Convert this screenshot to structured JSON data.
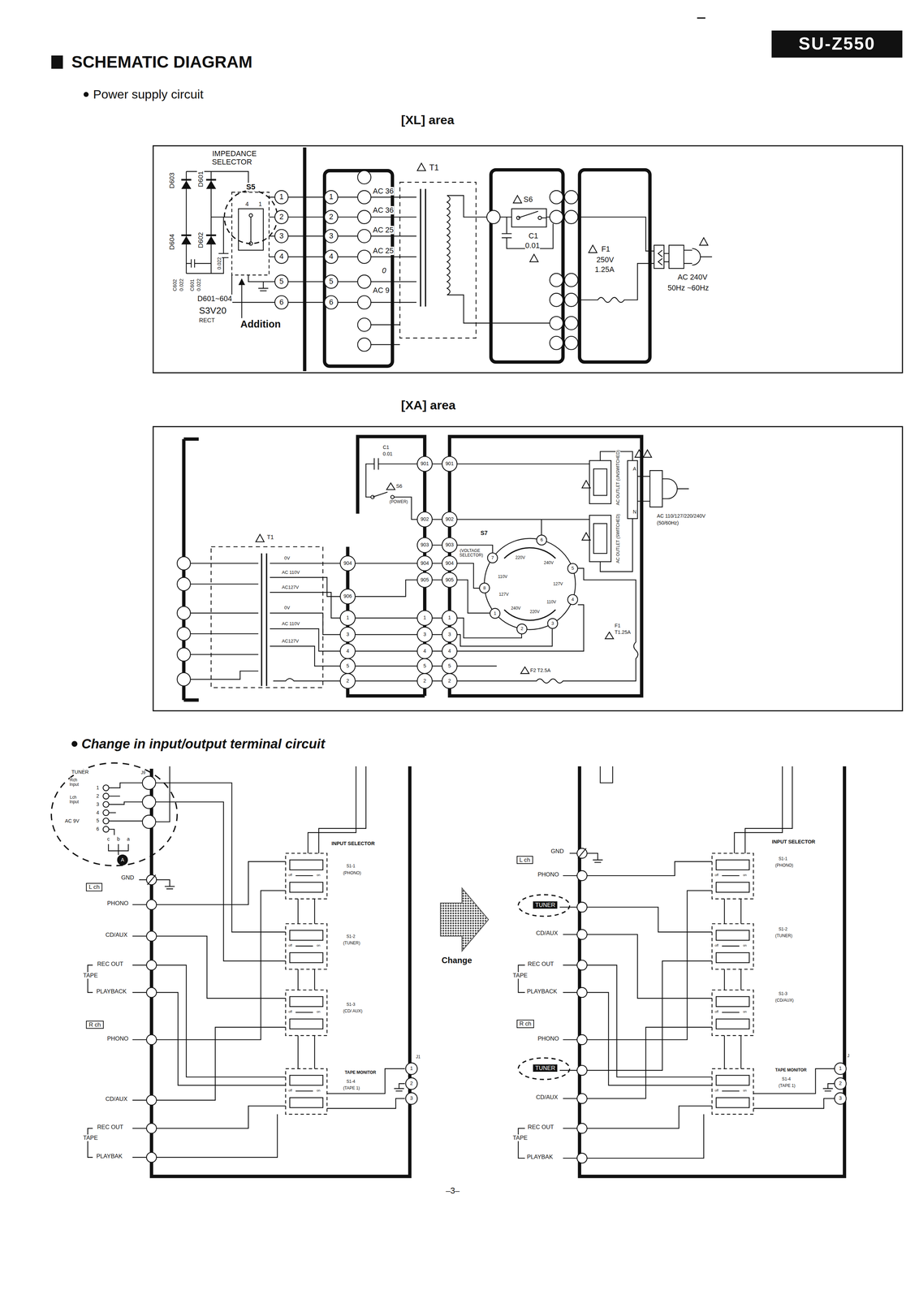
{
  "diagram": {
    "title": "SU-Z550",
    "nodes": [
      {
        "text": [
          "SU-Z550"
        ]
      },
      {
        "text": [
          "L ch"
        ]
      },
      {
        "text": [
          "R ch"
        ]
      },
      {
        "text": [
          "L ch"
        ]
      },
      {
        "text": [
          "TUNER"
        ]
      },
      {
        "text": [
          "R ch"
        ]
      },
      {
        "text": [
          "TUNER"
        ]
      }
    ],
    "labels": [
      "SCHEMATIC DIAGRAM",
      "Power supply circuit",
      "[XL] area",
      "IMPEDANCE SELECTOR",
      "D603",
      "D601",
      "S5",
      "4",
      "1",
      "D604",
      "D602",
      "C602",
      "0.022",
      "C601",
      "0.022",
      "0.022",
      "D601~604",
      "S3V20",
      "RECT",
      "Addition",
      "1",
      "2",
      "3",
      "4",
      "5",
      "6",
      "1",
      "2",
      "3",
      "4",
      "5",
      "6",
      "AC 36",
      "AC 36",
      "AC 25",
      "AC 25",
      "0",
      "AC 9",
      "T1",
      "S6",
      "C1",
      "0.01",
      "F1",
      "250V",
      "1.25A",
      "AC 240V",
      "50Hz ~60Hz",
      "[XA] area",
      "C1",
      "0.01",
      "S6",
      "(POWER)",
      "904",
      "906",
      "1",
      "3",
      "4",
      "5",
      "2",
      "901",
      "902",
      "903",
      "904",
      "905",
      "1",
      "3",
      "4",
      "5",
      "2",
      "901",
      "902",
      "903",
      "904",
      "905",
      "1",
      "3",
      "4",
      "5",
      "2",
      "S7",
      "(VOLTAGE SELECTOR)",
      "1",
      "2",
      "3",
      "4",
      "5",
      "6",
      "7",
      "8",
      "220V",
      "240V",
      "127V",
      "110V",
      "220V",
      "240V",
      "127V",
      "110V",
      "AC OUTLET (UNSWITCHED)",
      "AC OUTLET (SWITCHED)",
      "A",
      "N",
      "AC 110/127/220/240V",
      "(50/60Hz)",
      "F1",
      "T1.25A",
      "F2 T2.5A",
      "T1",
      "0V",
      "AC 110V",
      "AC127V",
      "0V",
      "AC 110V",
      "AC127V",
      "Change in input/output terminal circuit",
      "TUNER",
      "Rch Input",
      "Lch Input",
      "AC 9V",
      "1",
      "2",
      "3",
      "4",
      "5",
      "6",
      "c",
      "b",
      "a",
      "A",
      "J9",
      "GND",
      "PHONO",
      "CD/AUX",
      "REC OUT",
      "TAPE",
      "PLAYBACK",
      "PHONO",
      "CD/AUX",
      "REC OUT",
      "TAPE",
      "PLAYBAK",
      "INPUT SELECTOR",
      "off",
      "on",
      "off",
      "on",
      "off",
      "on",
      "off",
      "on",
      "S1-1",
      "(PHONO)",
      "S1-2",
      "(TUNER)",
      "S1-3",
      "(CD/ AUX)",
      "TAPE MONITOR",
      "S1-4",
      "(TAPE 1)",
      "1",
      "2",
      "3",
      "J1",
      "Change",
      "GND",
      "PHONO",
      "CD/AUX",
      "REC OUT",
      "TAPE",
      "PLAYBACK",
      "PHONO",
      "CD/AUX",
      "REC OUT",
      "TAPE",
      "PLAYBAK",
      "INPUT SELECTOR",
      "off",
      "on",
      "off",
      "on",
      "off",
      "on",
      "off",
      "on",
      "S1-1",
      "(PHONO)",
      "S1-2",
      "(TUNER)",
      "S1-3",
      "(CD/AUX)",
      "TAPE MONITOR",
      "S1-4",
      "(TAPE 1)",
      "1",
      "2",
      "3",
      "J",
      "–3–"
    ]
  }
}
